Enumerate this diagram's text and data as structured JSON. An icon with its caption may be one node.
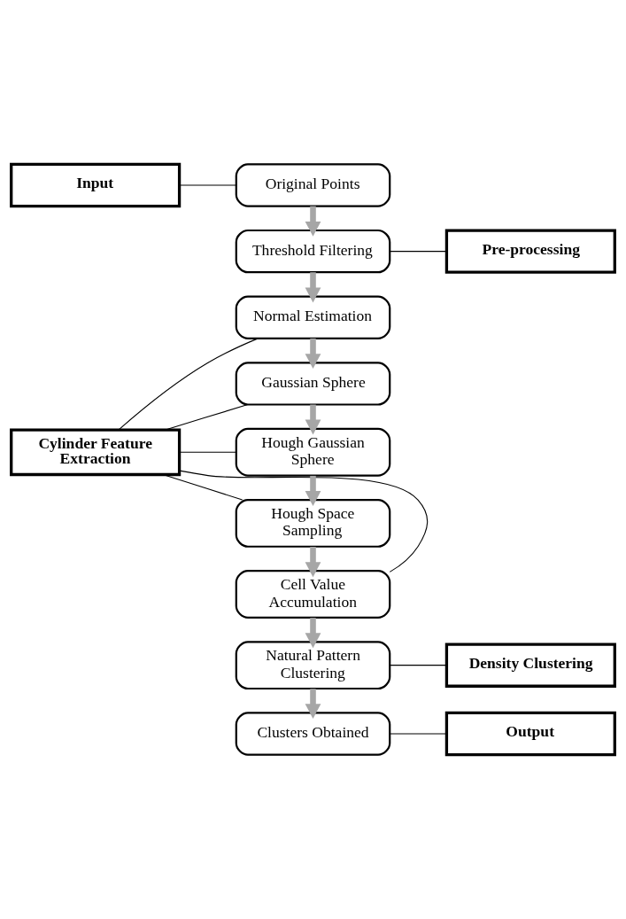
{
  "diagram": {
    "nodes": [
      {
        "text": [
          "Input"
        ]
      },
      {
        "text": [
          "Original Points"
        ]
      },
      {
        "text": [
          "Pre-processing"
        ]
      },
      {
        "text": [
          "Threshold Filtering"
        ]
      },
      {
        "text": [
          "Cylinder Feature Extraction"
        ]
      },
      {
        "text": [
          "Normal Estimation"
        ]
      },
      {
        "text": [
          "Gaussian Sphere"
        ]
      },
      {
        "text": [
          "Hough Gaussian Sphere"
        ]
      },
      {
        "text": [
          "Hough Space Sampling"
        ]
      },
      {
        "text": [
          "Cell Value Accumulation"
        ]
      },
      {
        "text": [
          "Density Clustering"
        ]
      },
      {
        "text": [
          "Natural Pattern Clustering"
        ]
      },
      {
        "text": [
          "Output"
        ]
      },
      {
        "text": [
          "Clusters Obtained"
        ]
      }
    ],
    "edges": [
      {
        "from": 0,
        "to": 1,
        "arrow": "none"
      },
      {
        "from": 1,
        "to": 3,
        "arrow": "to",
        "style": "thick",
        "color": "#a6a6a6"
      },
      {
        "from": 2,
        "to": 3,
        "arrow": "none"
      },
      {
        "from": 3,
        "to": 5,
        "arrow": "to",
        "style": "thick",
        "color": "#a6a6a6"
      },
      {
        "from": 4,
        "to": 5,
        "arrow": "none"
      },
      {
        "from": 4,
        "to": 6,
        "arrow": "none"
      },
      {
        "from": 4,
        "to": 7,
        "arrow": "none"
      },
      {
        "from": 4,
        "to": 8,
        "arrow": "none"
      },
      {
        "from": 4,
        "to": 9,
        "arrow": "none"
      },
      {
        "from": 5,
        "to": 6,
        "arrow": "to",
        "style": "thick",
        "color": "#a6a6a6"
      },
      {
        "from": 6,
        "to": 7,
        "arrow": "to",
        "style": "thick",
        "color": "#a6a6a6"
      },
      {
        "from": 7,
        "to": 8,
        "arrow": "to",
        "style": "thick",
        "color": "#a6a6a6"
      },
      {
        "from": 8,
        "to": 9,
        "arrow": "to",
        "style": "thick",
        "color": "#a6a6a6"
      },
      {
        "from": 9,
        "to": 11,
        "arrow": "to",
        "style": "thick",
        "color": "#a6a6a6"
      },
      {
        "from": 10,
        "to": 11,
        "arrow": "none"
      },
      {
        "from": 11,
        "to": 13,
        "arrow": "to",
        "style": "thick",
        "color": "#a6a6a6"
      },
      {
        "from": 12,
        "to": 13,
        "arrow": "none"
      }
    ]
  }
}
